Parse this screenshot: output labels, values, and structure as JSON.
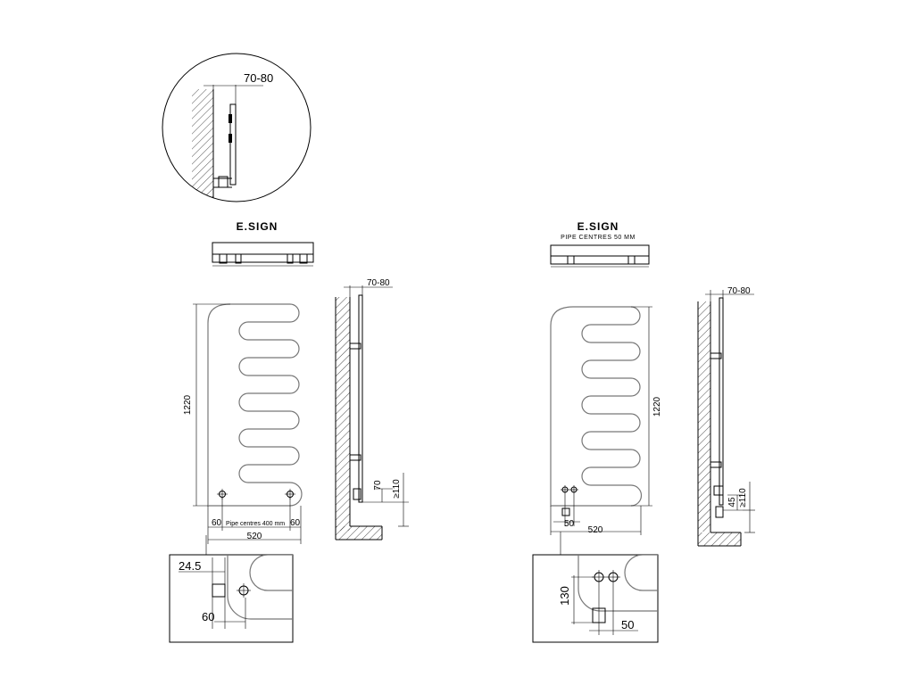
{
  "detail_circle": {
    "offset_label": "70-80"
  },
  "left": {
    "title": "E.SIGN",
    "height_label": "1220",
    "side_offset_label": "70-80",
    "pipe_height_label": "70",
    "floor_min_label": "≥110",
    "edge_left_label": "60",
    "pipe_centres_label": "Pipe centres 400 mm",
    "edge_right_label": "60",
    "width_label": "520",
    "detail": {
      "horizontal_label": "24.5",
      "bottom_label": "60"
    }
  },
  "right": {
    "title": "E.SIGN",
    "subtitle": "PIPE CENTRES 50 MM",
    "height_label": "1220",
    "side_offset_label": "70-80",
    "pipe_height_label": "45",
    "floor_min_label": "≥110",
    "pipe_spacing_label": "50",
    "width_label": "520",
    "detail": {
      "vertical_label": "130",
      "spacing_label": "50"
    }
  }
}
